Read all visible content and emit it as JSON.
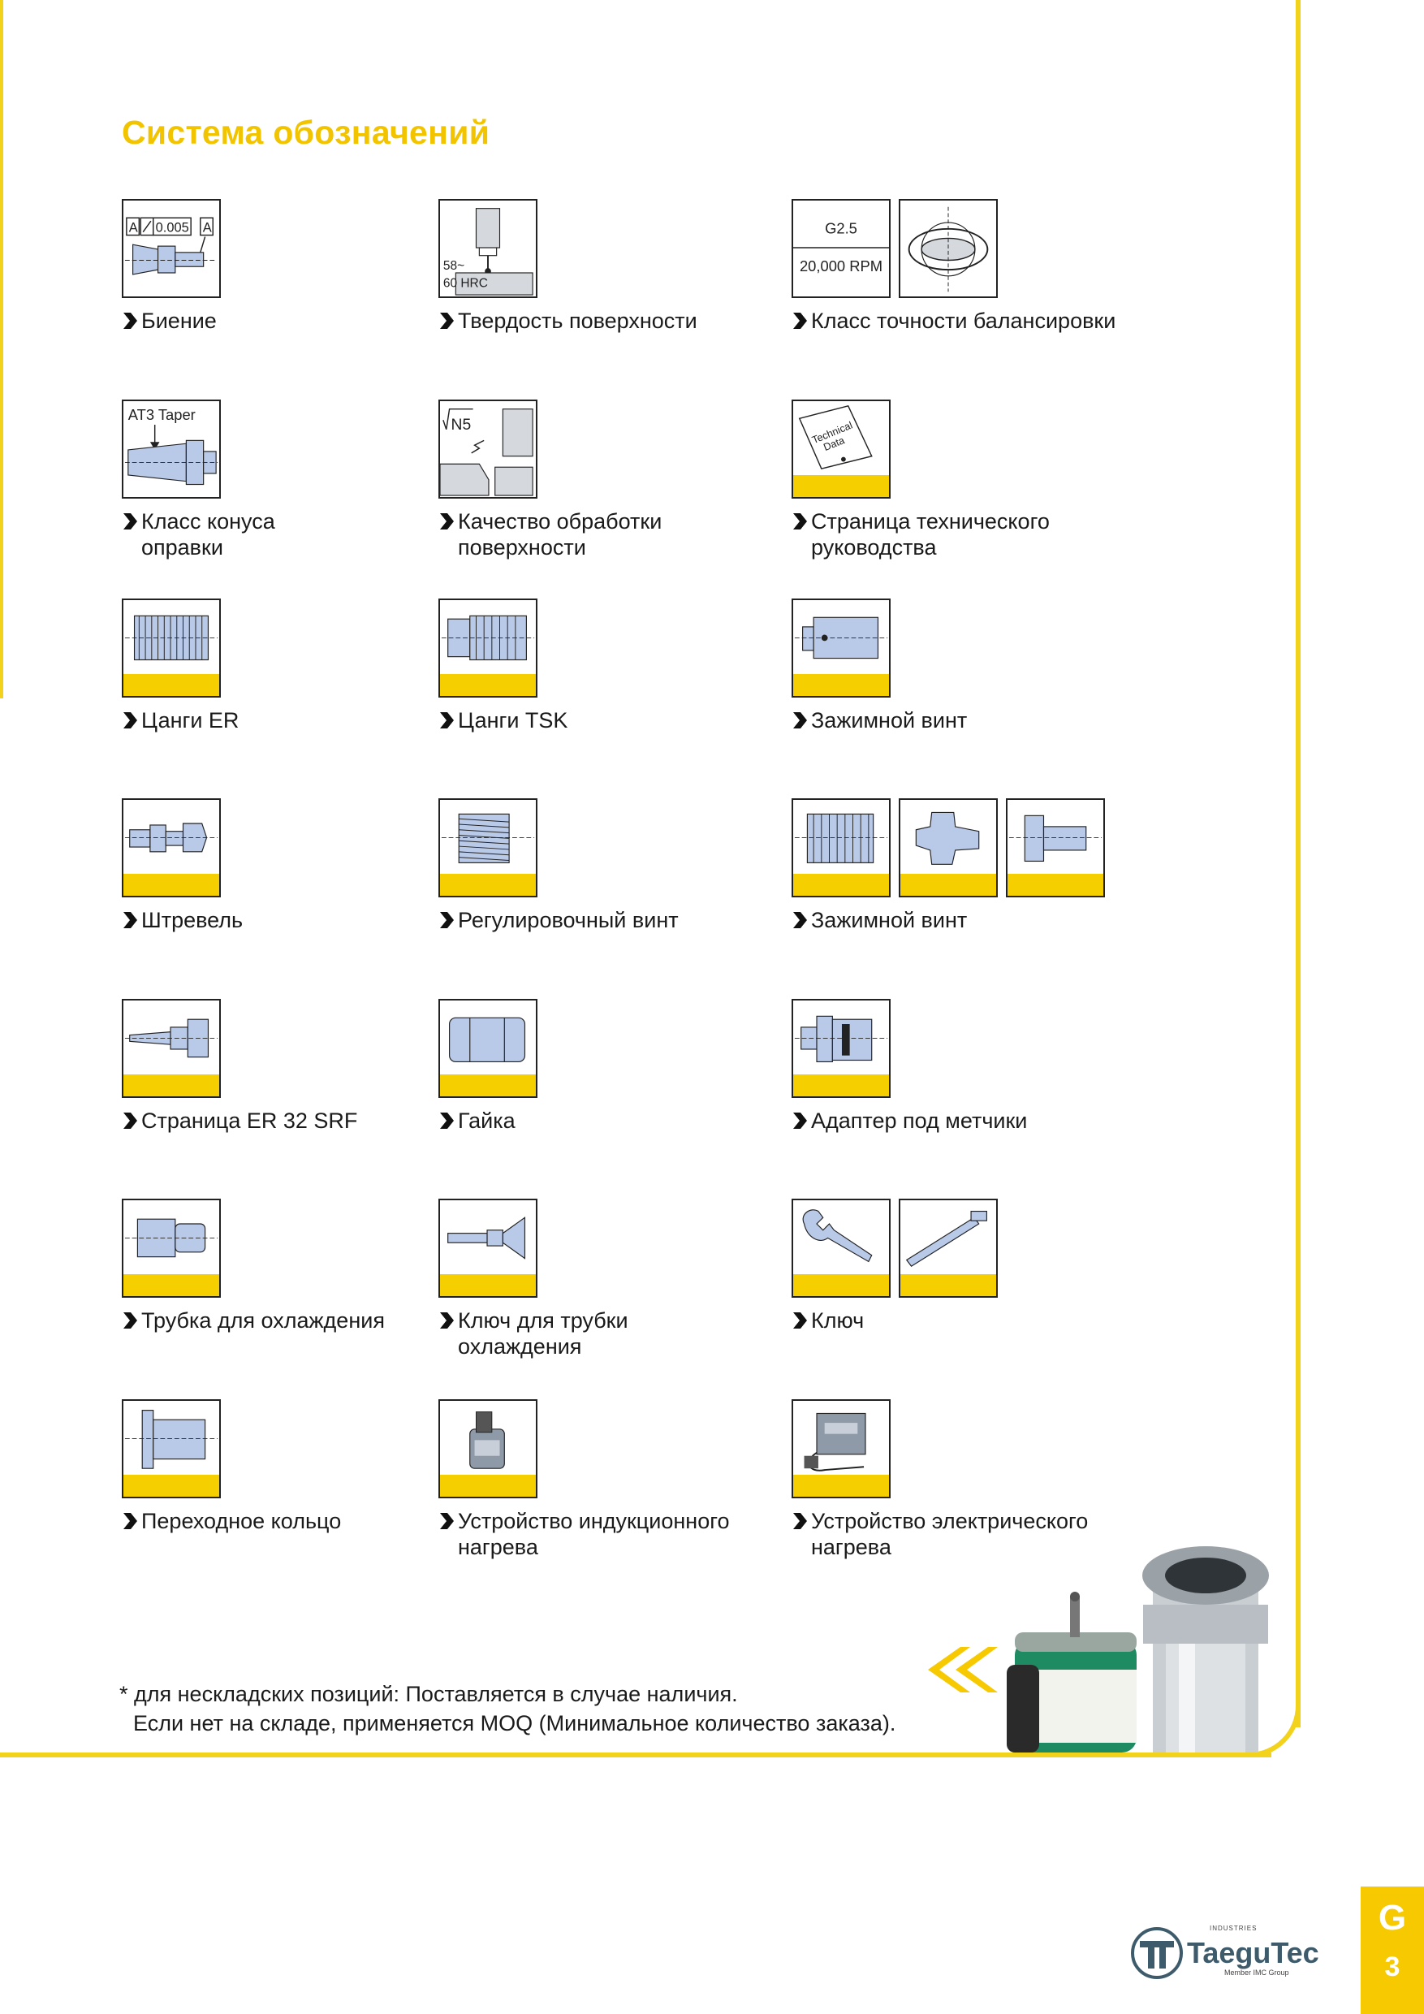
{
  "page": {
    "title": "Система обозначений"
  },
  "rows": [
    [
      {
        "label": "Биение",
        "icons": [
          "runout"
        ]
      },
      {
        "label": "Твердость поверхности",
        "icons": [
          "hardness"
        ]
      },
      {
        "label": "Класс точности балансировки",
        "icons": [
          "balance-grade",
          "balance-gyro"
        ]
      }
    ],
    [
      {
        "label": "Класс конуса\nоправки",
        "icons": [
          "taper"
        ]
      },
      {
        "label": "Качество обработки\nповерхности",
        "icons": [
          "surface"
        ]
      },
      {
        "label": "Страница технического\nруководства",
        "icons": [
          "technical-data"
        ]
      }
    ],
    [
      {
        "label": "Цанги ER",
        "icons": [
          "collet-er"
        ]
      },
      {
        "label": "Цанги TSK",
        "icons": [
          "collet-tsk"
        ]
      },
      {
        "label": "Зажимной винт",
        "icons": [
          "clamp-screw"
        ]
      }
    ],
    [
      {
        "label": "Штревель",
        "icons": [
          "pull-stud"
        ]
      },
      {
        "label": "Регулировочный винт",
        "icons": [
          "adjust-screw"
        ]
      },
      {
        "label": "Зажимной винт",
        "icons": [
          "clamp-screw-a",
          "clamp-screw-b",
          "clamp-screw-c"
        ]
      }
    ],
    [
      {
        "label": "Страница ER 32 SRF",
        "icons": [
          "er32-srf"
        ]
      },
      {
        "label": "Гайка",
        "icons": [
          "nut"
        ]
      },
      {
        "label": "Адаптер под метчики",
        "icons": [
          "tap-adapter"
        ]
      }
    ],
    [
      {
        "label": "Трубка для охлаждения",
        "icons": [
          "coolant-tube"
        ]
      },
      {
        "label": "Ключ для трубки\nохлаждения",
        "icons": [
          "tube-wrench"
        ]
      },
      {
        "label": "Ключ",
        "icons": [
          "wrench",
          "key"
        ]
      }
    ],
    [
      {
        "label": "Переходное кольцо",
        "icons": [
          "adapter-ring"
        ]
      },
      {
        "label": "Устройство индукционного\nнагрева",
        "icons": [
          "induction"
        ]
      },
      {
        "label": "Устройство электрического\nнагрева",
        "icons": [
          "electric"
        ]
      }
    ]
  ],
  "icon_text": {
    "runout_a1": "A",
    "runout_val": "0.005",
    "runout_a2": "A",
    "hardness_line1": "58~",
    "hardness_line2": "60 HRC",
    "balance_line1": "G2.5",
    "balance_line2": "20,000 RPM",
    "taper": "AT3 Taper",
    "surface": "N5",
    "techdata_line1": "Technical",
    "techdata_line2": "Data"
  },
  "footnote": {
    "line1": "* для нескладских позиций: Поставляется в случае наличия.",
    "line2": "Если нет на складе, применяется MOQ (Минимальное количество заказа)."
  },
  "tab": {
    "letter": "G",
    "number": "3"
  },
  "logo": {
    "name": "TaeguTec",
    "sub": "Member IMC Group",
    "top": "INDUSTRIES"
  },
  "colors": {
    "accent": "#f2c400",
    "band": "#f6cf00",
    "part": "#b9c9e8"
  }
}
